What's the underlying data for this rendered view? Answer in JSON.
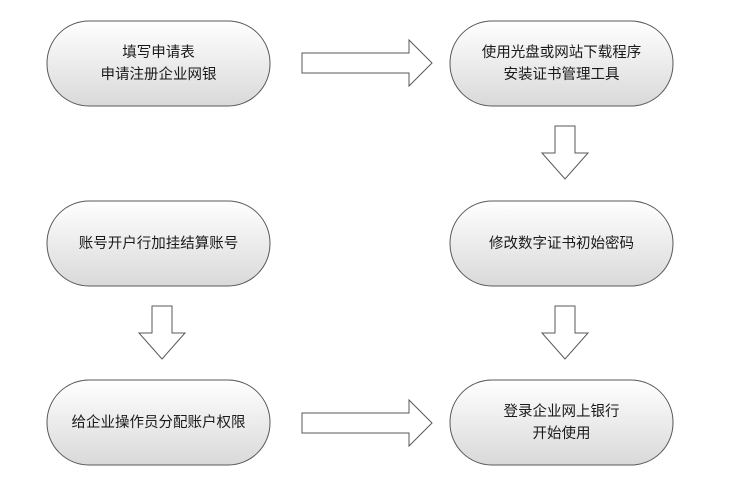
{
  "diagram": {
    "steps": {
      "fill_form": {
        "line1": "填写申请表",
        "line2": "申请注册企业网银"
      },
      "install_tool": {
        "line1": "使用光盘或网站下载程序",
        "line2": "安装证书管理工具"
      },
      "change_password": {
        "line1": "修改数字证书初始密码"
      },
      "login": {
        "line1": "登录企业网上银行",
        "line2": "开始使用"
      },
      "link_account": {
        "line1": "账号开户行加挂结算账号"
      },
      "assign_permissions": {
        "line1": "给企业操作员分配账户权限"
      }
    },
    "colors": {
      "node_gradient_top": "#ffffff",
      "node_gradient_bottom": "#d9d9d9",
      "stroke": "#595959",
      "arrow_fill": "#ffffff"
    }
  }
}
